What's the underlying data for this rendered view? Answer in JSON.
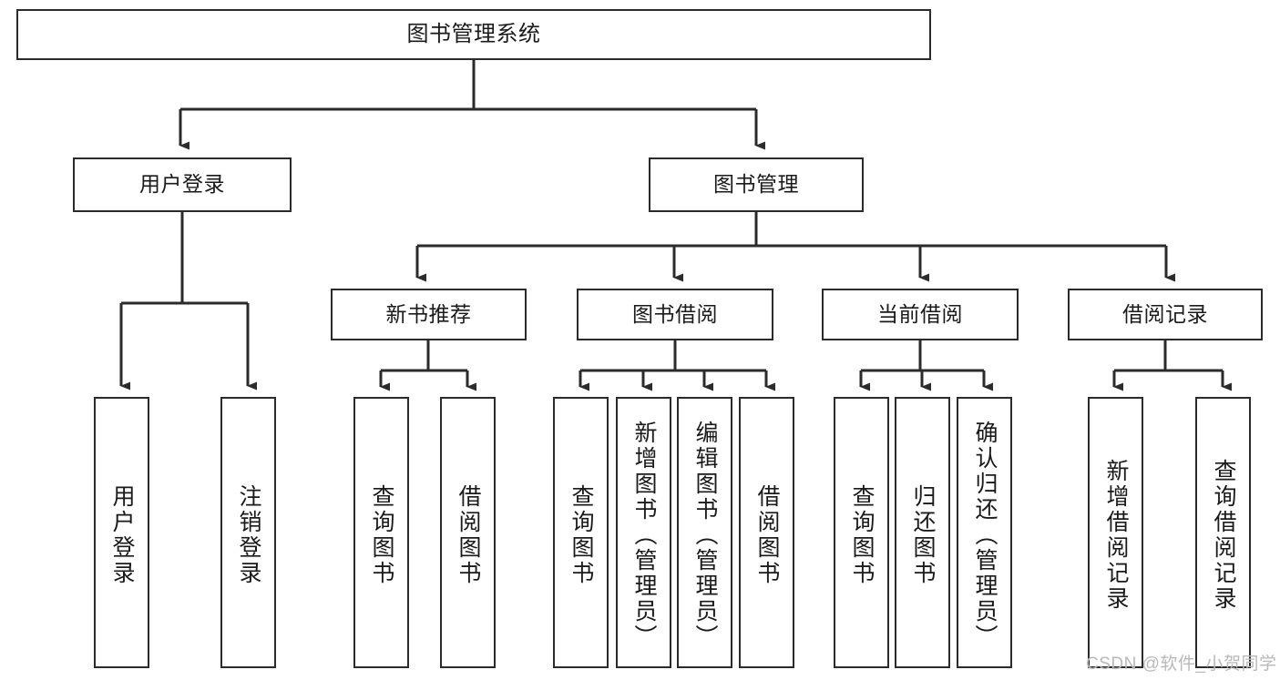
{
  "diagram": {
    "type": "tree-hierarchy",
    "title": "图书管理系统",
    "colors": {
      "background": "#ffffff",
      "node_border": "#2b2b2b",
      "node_fill": "#ffffff",
      "edge": "#2b2b2b",
      "text": "#1a1a1a",
      "watermark": "#b9b9b9"
    },
    "root": {
      "label": "图书管理系统"
    },
    "level1": [
      {
        "label": "用户登录"
      },
      {
        "label": "图书管理"
      }
    ],
    "level2": [
      {
        "label": "新书推荐"
      },
      {
        "label": "图书借阅"
      },
      {
        "label": "当前借阅"
      },
      {
        "label": "借阅记录"
      }
    ],
    "leaves": {
      "user_login": [
        {
          "label": "用户登录"
        },
        {
          "label": "注销登录"
        }
      ],
      "new_book_recommend": [
        {
          "label": "查询图书"
        },
        {
          "label": "借阅图书"
        }
      ],
      "book_borrow": [
        {
          "label": "查询图书"
        },
        {
          "label": "新增图书（管理员）"
        },
        {
          "label": "编辑图书（管理员）"
        },
        {
          "label": "借阅图书"
        }
      ],
      "current_borrow": [
        {
          "label": "查询图书"
        },
        {
          "label": "归还图书"
        },
        {
          "label": "确认归还（管理员）"
        }
      ],
      "borrow_record": [
        {
          "label": "新增借阅记录"
        },
        {
          "label": "查询借阅记录"
        }
      ]
    }
  },
  "watermark": {
    "text": "CSDN @软件_小贺同学"
  }
}
